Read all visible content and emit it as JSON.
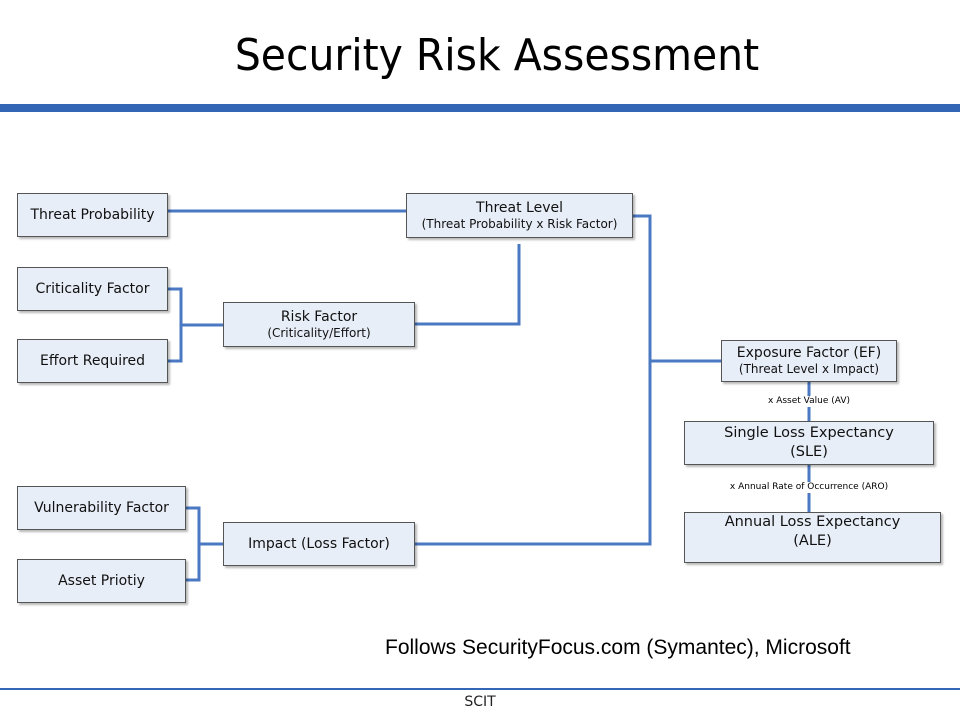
{
  "title": "Security Risk Assessment",
  "footer": "SCIT",
  "source_note": "Follows SecurityFocus.com (Symantec),  Microsoft",
  "colors": {
    "accent_bar": "#3367b6",
    "connector": "#4a78c2",
    "box_fill": "#e8eef8",
    "box_border": "#555555"
  },
  "boxes": {
    "threat_probability": {
      "label": "Threat Probability"
    },
    "criticality_factor": {
      "label": "Criticality Factor"
    },
    "effort_required": {
      "label": "Effort Required"
    },
    "vulnerability_factor": {
      "label": "Vulnerability Factor"
    },
    "asset_priority": {
      "label": "Asset Priotiy"
    },
    "risk_factor": {
      "label": "Risk Factor",
      "sub": "(Criticality/Effort)"
    },
    "threat_level": {
      "label": "Threat Level",
      "sub": "(Threat Probability x Risk Factor)"
    },
    "impact": {
      "label": "Impact (Loss Factor)"
    },
    "exposure_factor": {
      "label": "Exposure Factor (EF)",
      "sub": "(Threat Level x Impact)"
    },
    "sle": {
      "label": "Single Loss Expectancy",
      "sub": "(SLE)"
    },
    "ale": {
      "label": "Annual Loss Expectancy",
      "sub": "(ALE)"
    }
  },
  "annotations": {
    "asset_value": "x Asset Value (AV)",
    "aro": "x Annual Rate of Occurrence (ARO)"
  }
}
